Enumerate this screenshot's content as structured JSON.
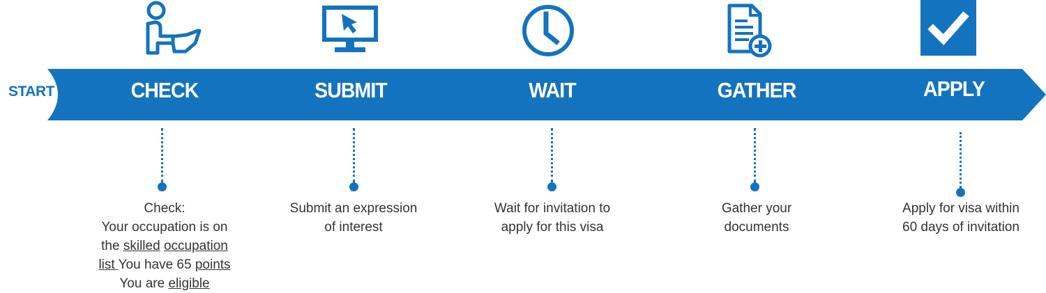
{
  "start_label": "START",
  "steps": [
    {
      "title": "CHECK",
      "icon": "user-at-laptop-icon"
    },
    {
      "title": "SUBMIT",
      "icon": "monitor-cursor-icon"
    },
    {
      "title": "WAIT",
      "icon": "clock-icon"
    },
    {
      "title": "GATHER",
      "icon": "document-add-icon"
    },
    {
      "title": "APPLY",
      "icon": "checkmark-icon"
    }
  ],
  "check_desc": {
    "l1": "Check:",
    "l2": "Your occupation is on",
    "l3a": "the ",
    "l3b": "skilled",
    "l3c": " ",
    "l3d": "occupation",
    "l4a": "list ",
    "l4b": "You have 65 ",
    "l4c": "points",
    "l5a": "You are ",
    "l5b": "eligible"
  },
  "submit_desc": {
    "l1": "Submit an expression",
    "l2": "of interest"
  },
  "wait_desc": {
    "l1": "Wait for invitation to",
    "l2": "apply for this visa"
  },
  "gather_desc": {
    "l1": "Gather your",
    "l2": "documents"
  },
  "apply_desc": {
    "l1": "Apply for visa within",
    "l2": "60 days of invitation"
  },
  "colors": {
    "accent": "#1473be",
    "text": "#333333",
    "background": "#ffffff"
  }
}
